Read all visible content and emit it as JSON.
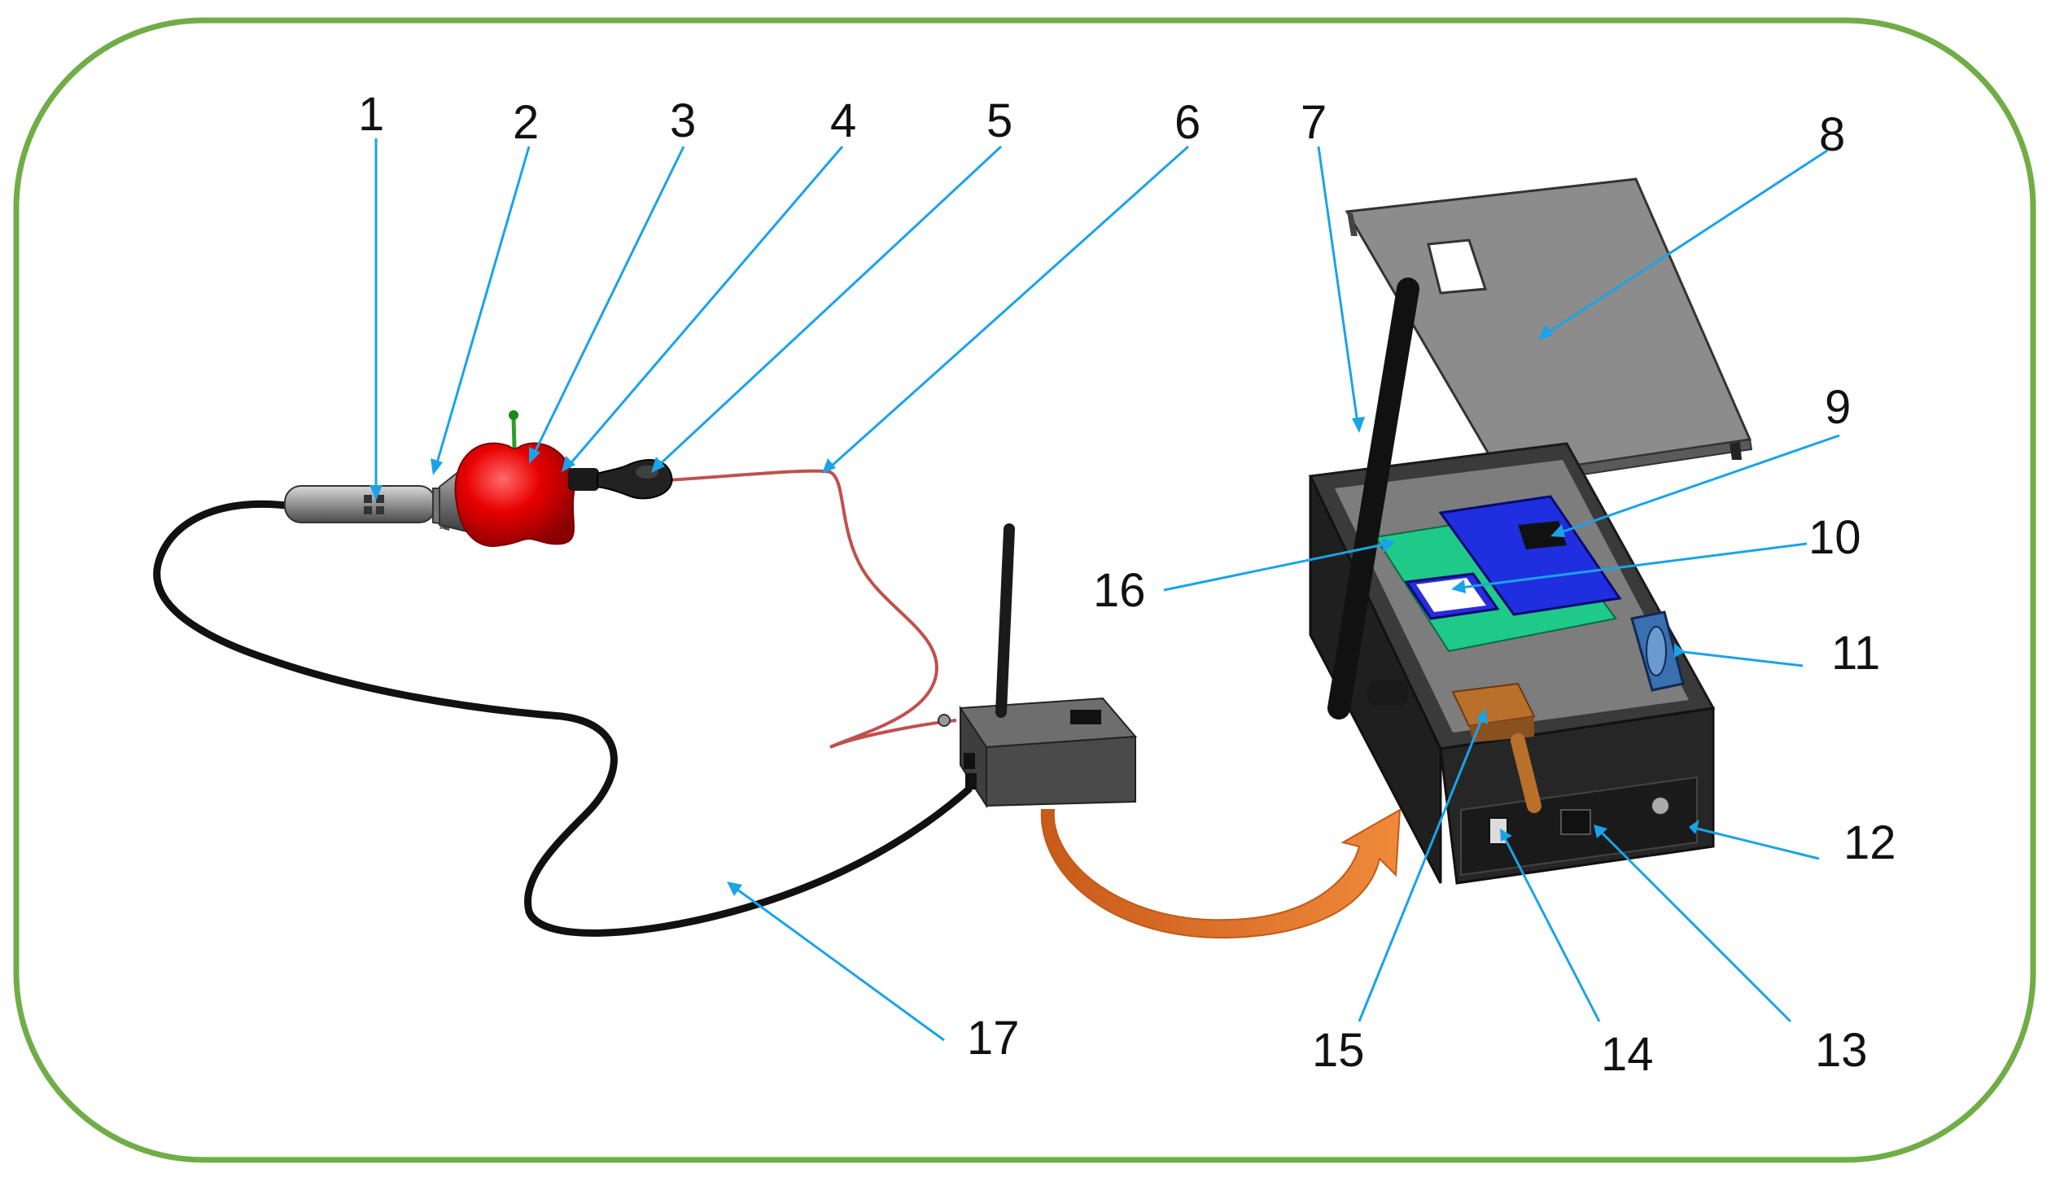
{
  "diagram": {
    "labels": [
      {
        "id": "1",
        "text": "1"
      },
      {
        "id": "2",
        "text": "2"
      },
      {
        "id": "3",
        "text": "3"
      },
      {
        "id": "4",
        "text": "4"
      },
      {
        "id": "5",
        "text": "5"
      },
      {
        "id": "6",
        "text": "6"
      },
      {
        "id": "7",
        "text": "7"
      },
      {
        "id": "8",
        "text": "8"
      },
      {
        "id": "9",
        "text": "9"
      },
      {
        "id": "10",
        "text": "10"
      },
      {
        "id": "11",
        "text": "11"
      },
      {
        "id": "12",
        "text": "12"
      },
      {
        "id": "13",
        "text": "13"
      },
      {
        "id": "14",
        "text": "14"
      },
      {
        "id": "15",
        "text": "15"
      },
      {
        "id": "16",
        "text": "16"
      },
      {
        "id": "17",
        "text": "17"
      }
    ]
  },
  "colors": {
    "border": "#70ad47",
    "leader": "#1aa3e8",
    "apple": "#e00000",
    "board_blue": "#1f2fe0",
    "board_green": "#1fc98a",
    "copper": "#b8702a",
    "arrow_orange": "#e8782a",
    "cable": "#111111",
    "red_wire": "#c0504d",
    "lid_gray": "#8c8c8c",
    "box_dark": "#2b2b2b"
  }
}
